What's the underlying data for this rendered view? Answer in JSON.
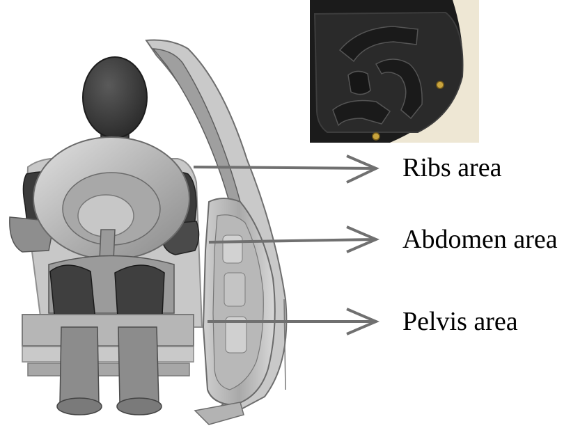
{
  "labels": {
    "ribs": "Ribs area",
    "abdomen": "Abdomen area",
    "pelvis": "Pelvis area"
  },
  "icons": {
    "dummy": "crash-test-dummy",
    "door": "door-panel-cross-section",
    "photo": "door-trim-foam-pads-photo"
  },
  "colors": {
    "arrow": "#707070",
    "dummy_dark": "#3a3a3a",
    "dummy_light": "#b5b5b5",
    "photo_bg": "#1b1b1b",
    "photo_light": "#eee7d4"
  }
}
